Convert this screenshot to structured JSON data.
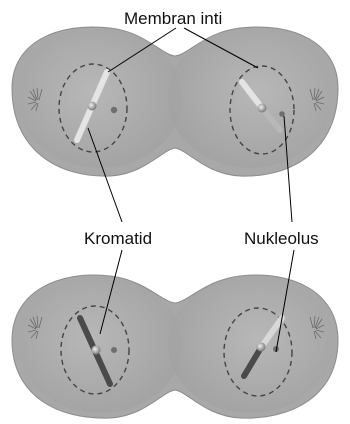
{
  "labels": {
    "membrane": "Membran inti",
    "chromatid": "Kromatid",
    "nucleolus": "Nukleolus"
  },
  "colors": {
    "cell_fill": "#a6a6a6",
    "cell_highlight": "#c8c8c8",
    "dashed_line": "#444444",
    "chromatid_light": "#e4e4e4",
    "chromatid_dark": "#4a4a4a",
    "leader_line": "#000000"
  }
}
